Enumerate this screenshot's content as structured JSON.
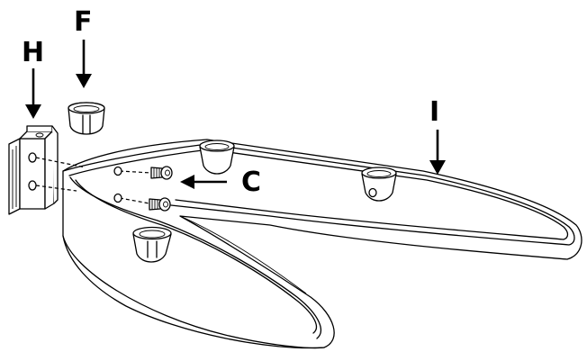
{
  "labels": {
    "h": "H",
    "f": "F",
    "c": "C",
    "i": "I"
  }
}
